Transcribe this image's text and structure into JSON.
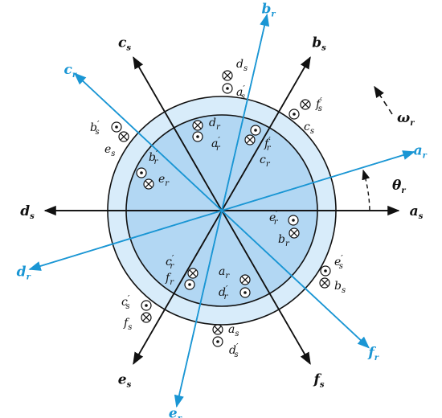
{
  "colors": {
    "stator_axis": "#111111",
    "rotor_axis": "#1a96d4",
    "stator_ring": "#d8ecfa",
    "rotor_disk": "#b2d7f3",
    "outline": "#111111"
  },
  "stator_axes": [
    {
      "letter": "a",
      "sub": "s",
      "angle_deg": 0
    },
    {
      "letter": "b",
      "sub": "s",
      "angle_deg": 60
    },
    {
      "letter": "c",
      "sub": "s",
      "angle_deg": 120
    },
    {
      "letter": "d",
      "sub": "s",
      "angle_deg": 180
    },
    {
      "letter": "e",
      "sub": "s",
      "angle_deg": 240
    },
    {
      "letter": "f",
      "sub": "s",
      "angle_deg": 300
    }
  ],
  "rotor_axes": [
    {
      "letter": "a",
      "sub": "r",
      "angle_deg": 17
    },
    {
      "letter": "b",
      "sub": "r",
      "angle_deg": 77
    },
    {
      "letter": "c",
      "sub": "r",
      "angle_deg": 137
    },
    {
      "letter": "d",
      "sub": "r",
      "angle_deg": 197
    },
    {
      "letter": "e",
      "sub": "r",
      "angle_deg": 257
    },
    {
      "letter": "f",
      "sub": "r",
      "angle_deg": 317
    }
  ],
  "rotation": {
    "omega": "ω",
    "omega_sub": "r",
    "theta": "θ",
    "theta_sub": "r"
  },
  "stator_coil_labels": [
    {
      "id": "ds-top",
      "text": "d",
      "sub": "s",
      "prime": false
    },
    {
      "id": "as-top",
      "text": "a",
      "sub": "s",
      "prime": true
    },
    {
      "id": "fs-tr",
      "text": "f",
      "sub": "s",
      "prime": true
    },
    {
      "id": "cs-tr",
      "text": "c",
      "sub": "s",
      "prime": false
    },
    {
      "id": "bs-tl",
      "text": "b",
      "sub": "s",
      "prime": true
    },
    {
      "id": "es-tl",
      "text": "e",
      "sub": "s",
      "prime": false
    },
    {
      "id": "es-br",
      "text": "e",
      "sub": "s",
      "prime": true
    },
    {
      "id": "bs-br",
      "text": "b",
      "sub": "s",
      "prime": false
    },
    {
      "id": "cs-bl",
      "text": "c",
      "sub": "s",
      "prime": true
    },
    {
      "id": "fs-bl",
      "text": "f",
      "sub": "s",
      "prime": false
    },
    {
      "id": "as-bot",
      "text": "a",
      "sub": "s",
      "prime": false
    },
    {
      "id": "ds-bot",
      "text": "d",
      "sub": "s",
      "prime": true
    }
  ],
  "rotor_coil_labels": [
    {
      "id": "dr-top",
      "text": "d",
      "sub": "r",
      "prime": false
    },
    {
      "id": "ar-top",
      "text": "a",
      "sub": "r",
      "prime": true
    },
    {
      "id": "fr-tr",
      "text": "f",
      "sub": "r",
      "prime": true
    },
    {
      "id": "cr-tr",
      "text": "c",
      "sub": "r",
      "prime": false
    },
    {
      "id": "br-tl",
      "text": "b",
      "sub": "r",
      "prime": true
    },
    {
      "id": "er-tl",
      "text": "e",
      "sub": "r",
      "prime": false
    },
    {
      "id": "er-r",
      "text": "e",
      "sub": "r",
      "prime": true
    },
    {
      "id": "br-r",
      "text": "b",
      "sub": "r",
      "prime": false
    },
    {
      "id": "cr-bl",
      "text": "c",
      "sub": "r",
      "prime": true
    },
    {
      "id": "fr-bl",
      "text": "f",
      "sub": "r",
      "prime": false
    },
    {
      "id": "ar-bot",
      "text": "a",
      "sub": "r",
      "prime": false
    },
    {
      "id": "dr-bot",
      "text": "d",
      "sub": "r",
      "prime": true
    }
  ]
}
